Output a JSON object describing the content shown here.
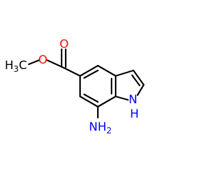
{
  "molecule": {
    "labels": {
      "methyl": "H",
      "methyl_sub": "3",
      "methyl_c": "C",
      "ester_o": "O",
      "carbonyl_o": "O",
      "amino_n": "NH",
      "amino_sub": "2",
      "ring_n": "N",
      "ring_h": "H"
    },
    "colors": {
      "carbon_bond": "#000000",
      "oxygen": "#ff0d0d",
      "nitrogen": "#0000ff",
      "carbon_text": "#000000"
    }
  }
}
